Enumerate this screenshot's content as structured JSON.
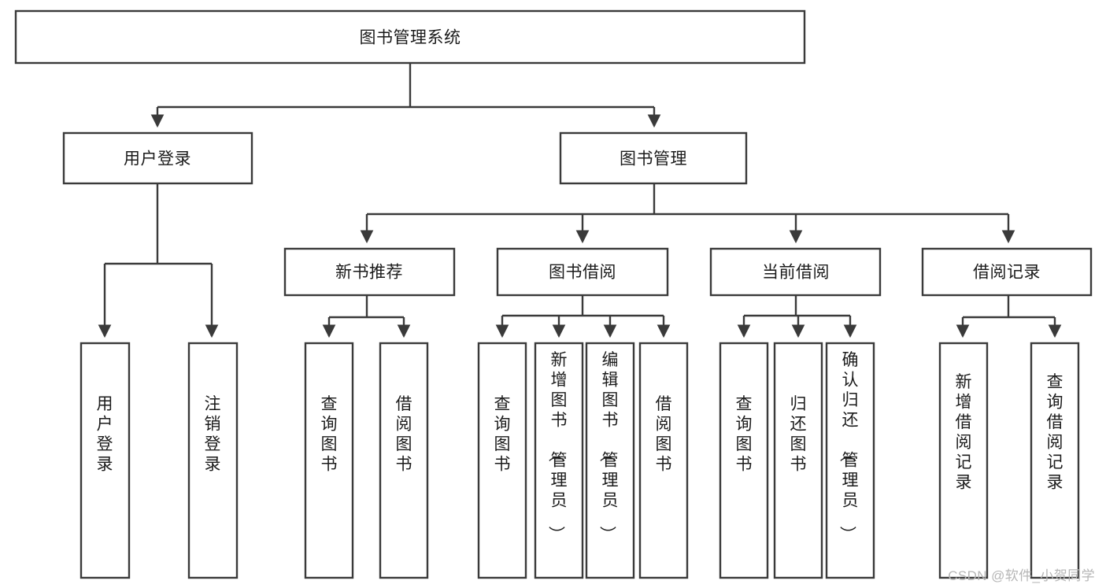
{
  "diagram": {
    "type": "tree-hierarchy-flowchart",
    "title": "图书管理系统",
    "orientation": "top-down",
    "colors": {
      "box_fill": "#ffffff",
      "box_stroke": "#3a3a3a",
      "text": "#1b1b1b",
      "background": "#ffffff",
      "watermark": "#b6b6b6"
    },
    "root": {
      "label": "图书管理系统"
    },
    "level2": [
      {
        "id": "user-login",
        "label": "用户登录"
      },
      {
        "id": "book-manage",
        "label": "图书管理"
      }
    ],
    "level3": [
      {
        "id": "new-book-recommend",
        "label": "新书推荐",
        "parent": "book-manage"
      },
      {
        "id": "book-borrow",
        "label": "图书借阅",
        "parent": "book-manage"
      },
      {
        "id": "current-borrow",
        "label": "当前借阅",
        "parent": "book-manage"
      },
      {
        "id": "borrow-record",
        "label": "借阅记录",
        "parent": "book-manage"
      }
    ],
    "leaves": [
      {
        "id": "leaf-user-login",
        "label": "用户登录",
        "parent": "user-login"
      },
      {
        "id": "leaf-user-logout",
        "label": "注销登录",
        "parent": "user-login"
      },
      {
        "id": "leaf-query-book-1",
        "label": "查询图书",
        "parent": "new-book-recommend"
      },
      {
        "id": "leaf-borrow-book-1",
        "label": "借阅图书",
        "parent": "new-book-recommend"
      },
      {
        "id": "leaf-query-book-2",
        "label": "查询图书",
        "parent": "book-borrow"
      },
      {
        "id": "leaf-add-book",
        "label": "新增图书（管理员）",
        "parent": "book-borrow"
      },
      {
        "id": "leaf-edit-book",
        "label": "编辑图书（管理员）",
        "parent": "book-borrow"
      },
      {
        "id": "leaf-borrow-book-2",
        "label": "借阅图书",
        "parent": "book-borrow"
      },
      {
        "id": "leaf-query-book-3",
        "label": "查询图书",
        "parent": "current-borrow"
      },
      {
        "id": "leaf-return-book",
        "label": "归还图书",
        "parent": "current-borrow"
      },
      {
        "id": "leaf-confirm-return",
        "label": "确认归还（管理员）",
        "parent": "current-borrow"
      },
      {
        "id": "leaf-add-record",
        "label": "新增借阅记录",
        "parent": "borrow-record"
      },
      {
        "id": "leaf-query-record",
        "label": "查询借阅记录",
        "parent": "borrow-record"
      }
    ]
  },
  "watermark": {
    "text": "CSDN @软件_小贺同学"
  }
}
